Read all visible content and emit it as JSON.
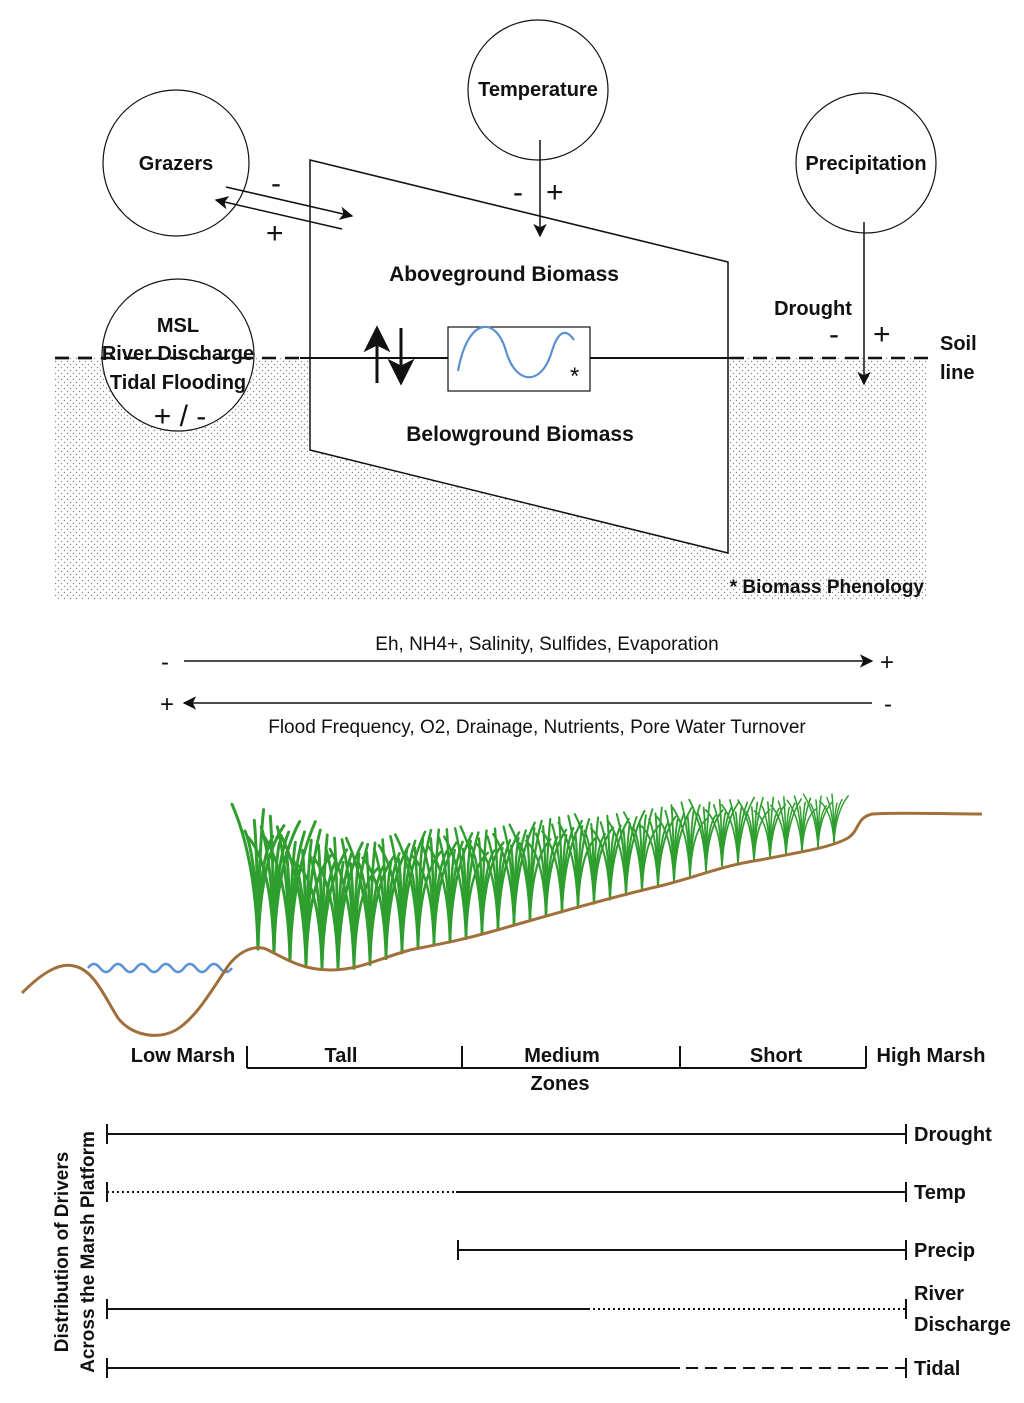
{
  "drivers": {
    "temperature": "Temperature",
    "grazers": "Grazers",
    "precipitation": "Precipitation",
    "msl": "MSL",
    "river_discharge": "River Discharge",
    "tidal_flooding": "Tidal Flooding",
    "msl_sign": "+ / -"
  },
  "signs": {
    "minus": "-",
    "plus": "+",
    "asterisk": "*"
  },
  "biomass": {
    "aboveground": "Aboveground Biomass",
    "belowground": "Belowground Biomass",
    "phenology_note": "* Biomass Phenology"
  },
  "labels": {
    "drought": "Drought",
    "soil": "Soil",
    "line": "line"
  },
  "gradients": {
    "top": "Eh, NH4+, Salinity, Sulfides, Evaporation",
    "bottom": "Flood Frequency, O2, Drainage, Nutrients, Pore Water Turnover"
  },
  "zones": {
    "low_marsh": "Low Marsh",
    "tall": "Tall",
    "medium": "Medium",
    "short": "Short",
    "high_marsh": "High Marsh",
    "title": "Zones"
  },
  "distribution": {
    "axis_line1": "Distribution of Drivers",
    "axis_line2": "Across the Marsh Platform",
    "drought": "Drought",
    "temp": "Temp",
    "precip": "Precip",
    "river1": "River",
    "river2": "Discharge",
    "tidal": "Tidal"
  },
  "colors": {
    "grass": "#2e9e2e",
    "soil_profile": "#a0703a",
    "water": "#5a8fd0",
    "phenology_curve": "#5a8fd0"
  }
}
